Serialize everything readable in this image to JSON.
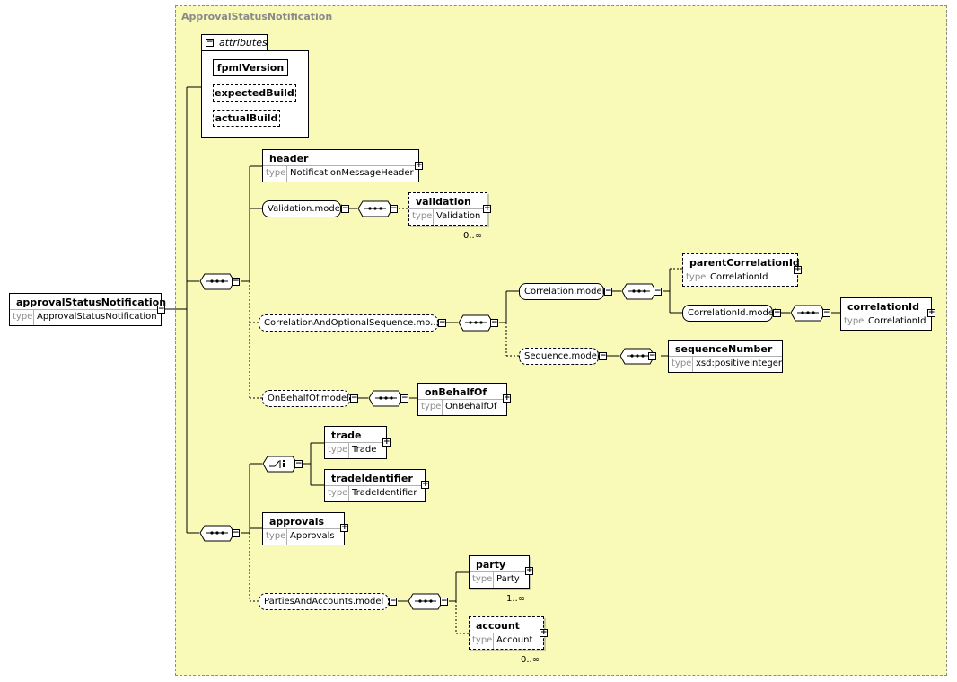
{
  "panel": {
    "title": "ApprovalStatusNotification"
  },
  "type_label": "type",
  "root": {
    "name": "approvalStatusNotification",
    "type": "ApprovalStatusNotification"
  },
  "attributes": {
    "title": "attributes",
    "items": [
      "fpmlVersion",
      "expectedBuild",
      "actualBuild"
    ]
  },
  "elements": {
    "header": {
      "name": "header",
      "type": "NotificationMessageHeader"
    },
    "validation": {
      "name": "validation",
      "type": "Validation",
      "occurs": "0..∞"
    },
    "parentCorrelationId": {
      "name": "parentCorrelationId",
      "type": "CorrelationId"
    },
    "correlationId": {
      "name": "correlationId",
      "type": "CorrelationId"
    },
    "sequenceNumber": {
      "name": "sequenceNumber",
      "type": "xsd:positiveInteger"
    },
    "onBehalfOf": {
      "name": "onBehalfOf",
      "type": "OnBehalfOf"
    },
    "trade": {
      "name": "trade",
      "type": "Trade"
    },
    "tradeIdentifier": {
      "name": "tradeIdentifier",
      "type": "TradeIdentifier"
    },
    "approvals": {
      "name": "approvals",
      "type": "Approvals"
    },
    "party": {
      "name": "party",
      "type": "Party",
      "occurs": "1..∞"
    },
    "account": {
      "name": "account",
      "type": "Account",
      "occurs": "0..∞"
    }
  },
  "groups": {
    "validation_model": "Validation.model",
    "correlation_seq_model": "CorrelationAndOptionalSequence.mo...",
    "correlation_model": "Correlation.model",
    "correlationid_model": "CorrelationId.model",
    "sequence_model": "Sequence.model",
    "onbehalfof_model": "OnBehalfOf.model",
    "parties_accounts_model": "PartiesAndAccounts.model"
  }
}
